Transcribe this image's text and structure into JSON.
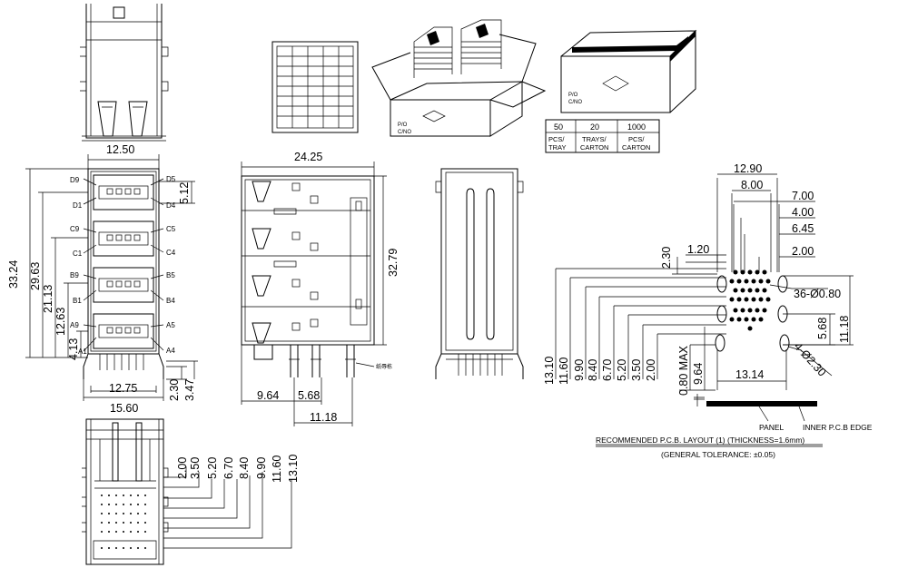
{
  "front_view": {
    "width_top": "12.50",
    "pin_labels_left": [
      "D9",
      "D1",
      "C9",
      "C1",
      "B9",
      "B1",
      "A9",
      "A1"
    ],
    "pin_labels_right": [
      "D5",
      "D4",
      "C5",
      "C4",
      "B5",
      "B4",
      "A5",
      "A4"
    ],
    "heights": [
      "33.24",
      "29.63",
      "21.13",
      "12.63",
      "4.13"
    ],
    "pitch": "5.12",
    "width_inner": "12.75",
    "width_outer": "15.60",
    "leg_a": "2.30",
    "leg_b": "3.47"
  },
  "side_view": {
    "length": "24.25",
    "height": "32.79",
    "dim_a": "9.64",
    "dim_b": "5.68",
    "dim_c": "11.18",
    "note_cn": "纸辱栋"
  },
  "bottom_view": {
    "dims": [
      "2.00",
      "3.50",
      "5.20",
      "6.70",
      "8.40",
      "9.90",
      "11.60",
      "13.10"
    ]
  },
  "packing": {
    "box_label": [
      "P/O",
      "C/NO"
    ],
    "table_values": [
      "50",
      "20",
      "1000"
    ],
    "table_units": [
      "PCS/TRAY",
      "TRAYS/CARTON",
      "PCS/CARTON"
    ]
  },
  "pcb_layout": {
    "top_dims": [
      "12.90",
      "8.00",
      "7.00",
      "4.00",
      "6.45",
      "2.00"
    ],
    "dim_230": "2.30",
    "dim_120": "1.20",
    "holes_note": "36-Ø0.80",
    "dim_568": "5.68",
    "dim_1118": "11.18",
    "big_hole_note": "4-Ø2.30",
    "left_dims": [
      "13.10",
      "11.60",
      "9.90",
      "8.40",
      "6.70",
      "5.20",
      "3.50",
      "2.00",
      "0.80 MAX",
      "9.64"
    ],
    "width_bottom": "13.14",
    "panel_label": "PANEL",
    "edge_label": "INNER P.C.B EDGE",
    "title": "RECOMMENDED P.C.B. LAYOUT (1) (THICKNESS=1.6mm)",
    "tolerance": "(GENERAL TOLERANCE: ±0.05)"
  }
}
